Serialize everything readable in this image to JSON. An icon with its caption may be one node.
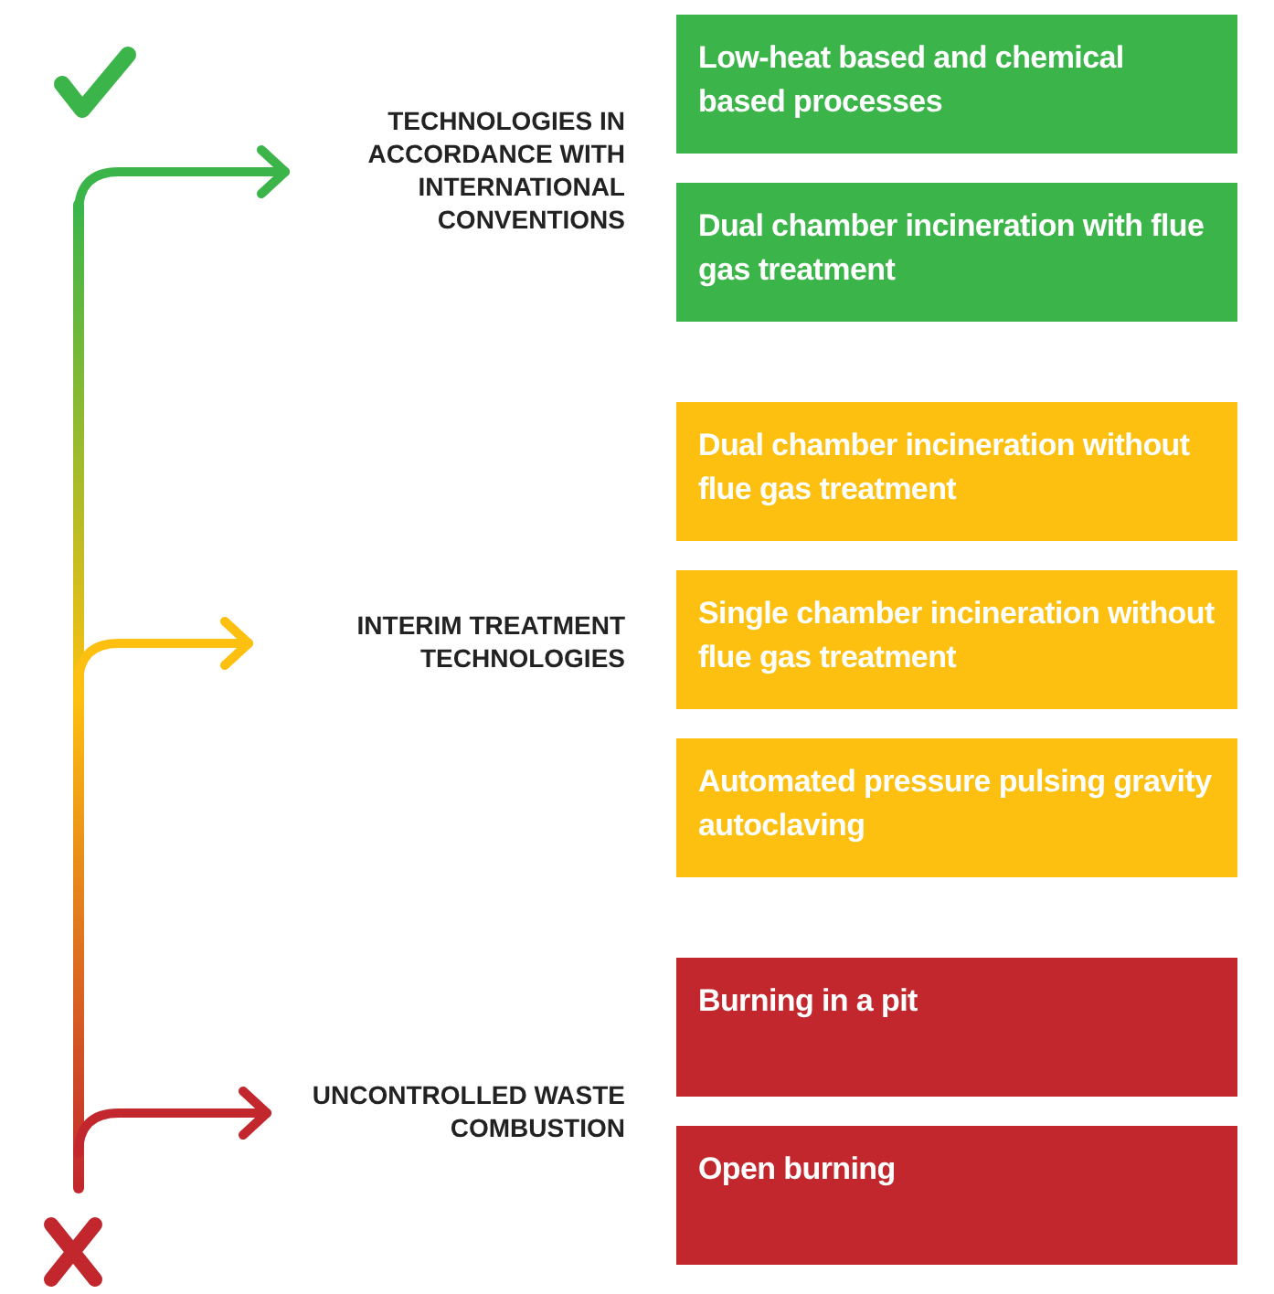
{
  "diagram": {
    "nodes": [
      {
        "text": [
          "TECHNOLOGIES IN ACCORDANCE WITH INTERNATIONAL CONVENTIONS"
        ]
      },
      {
        "text": [
          "Low-heat based and chemical based processes"
        ]
      },
      {
        "text": [
          "Dual chamber incineration with flue gas treatment"
        ]
      },
      {
        "text": [
          "INTERIM TREATMENT TECHNOLOGIES"
        ]
      },
      {
        "text": [
          "Dual chamber incineration without flue gas treatment"
        ]
      },
      {
        "text": [
          "Single chamber incineration without flue gas treatment"
        ]
      },
      {
        "text": [
          "Automated pressure pulsing gravity autoclaving"
        ]
      },
      {
        "text": [
          "UNCONTROLLED WASTE COMBUSTION"
        ]
      },
      {
        "text": [
          "Burning in a pit"
        ]
      },
      {
        "text": [
          "Open burning"
        ]
      }
    ],
    "edges": [
      {
        "from": null,
        "to": 0,
        "arrow": "to",
        "color": "#3bb54a"
      },
      {
        "from": null,
        "to": 3,
        "arrow": "to",
        "color": "#fdc010"
      },
      {
        "from": null,
        "to": 7,
        "arrow": "to",
        "color": "#c1272d"
      }
    ]
  }
}
